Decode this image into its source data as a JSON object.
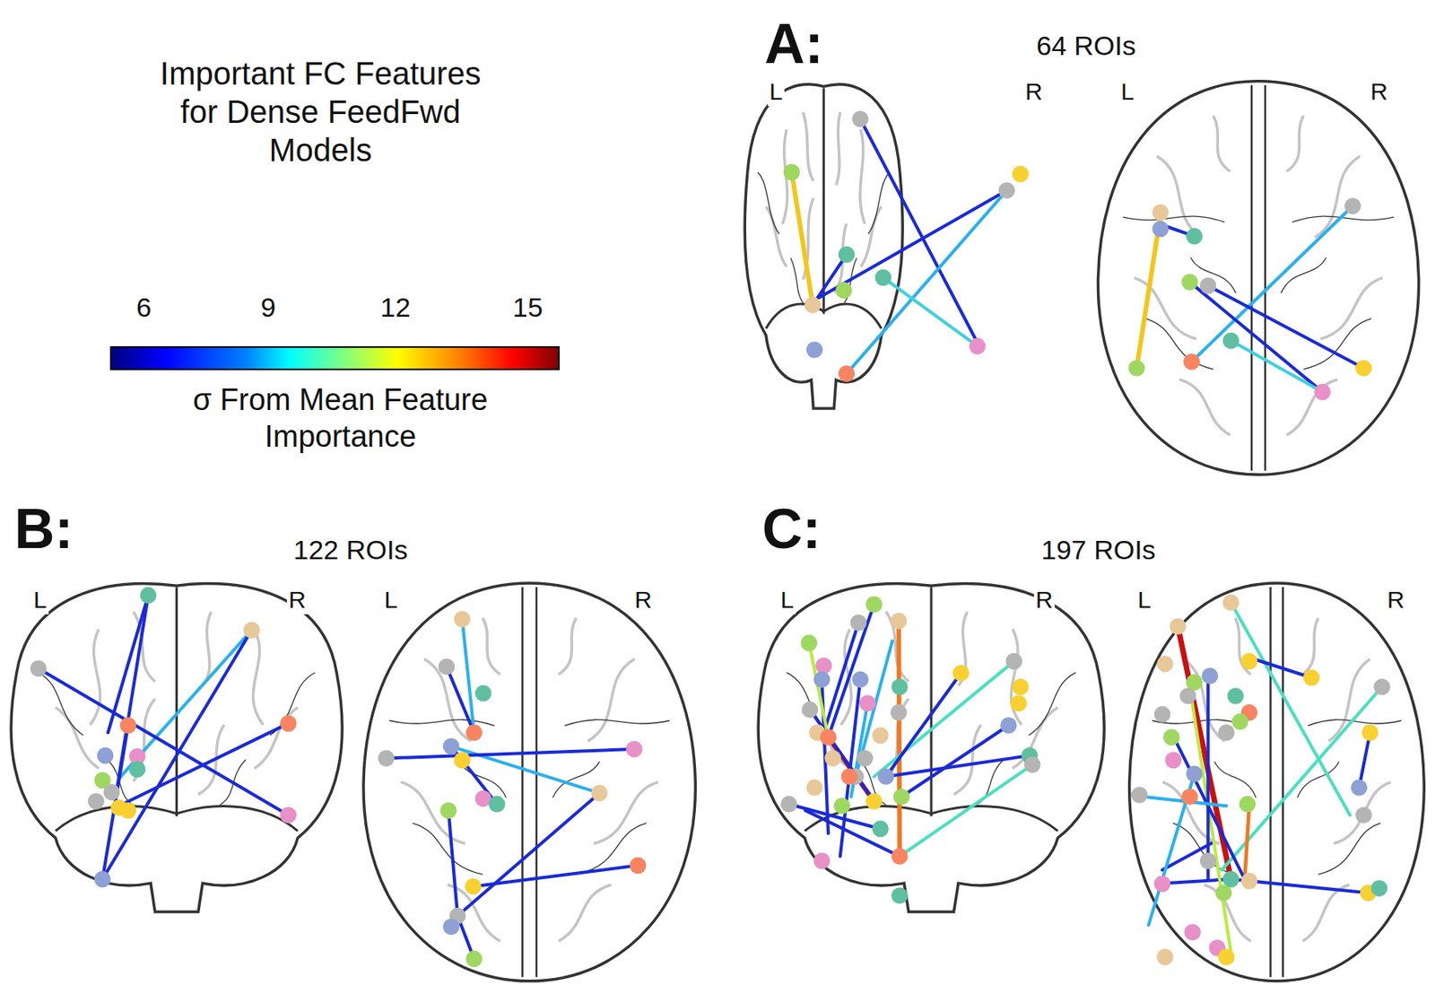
{
  "diagram": {
    "title": "Important FC Features for Dense FeedFwd Models",
    "labels": [
      "A:",
      "64 ROIs",
      "L",
      "R",
      "L",
      "R",
      "6",
      "9",
      "12",
      "15",
      "σ From Mean Feature Importance",
      "B:",
      "122 ROIs",
      "L",
      "R",
      "L",
      "R",
      "C:",
      "197 ROIs",
      "L",
      "R",
      "L",
      "R"
    ]
  }
}
